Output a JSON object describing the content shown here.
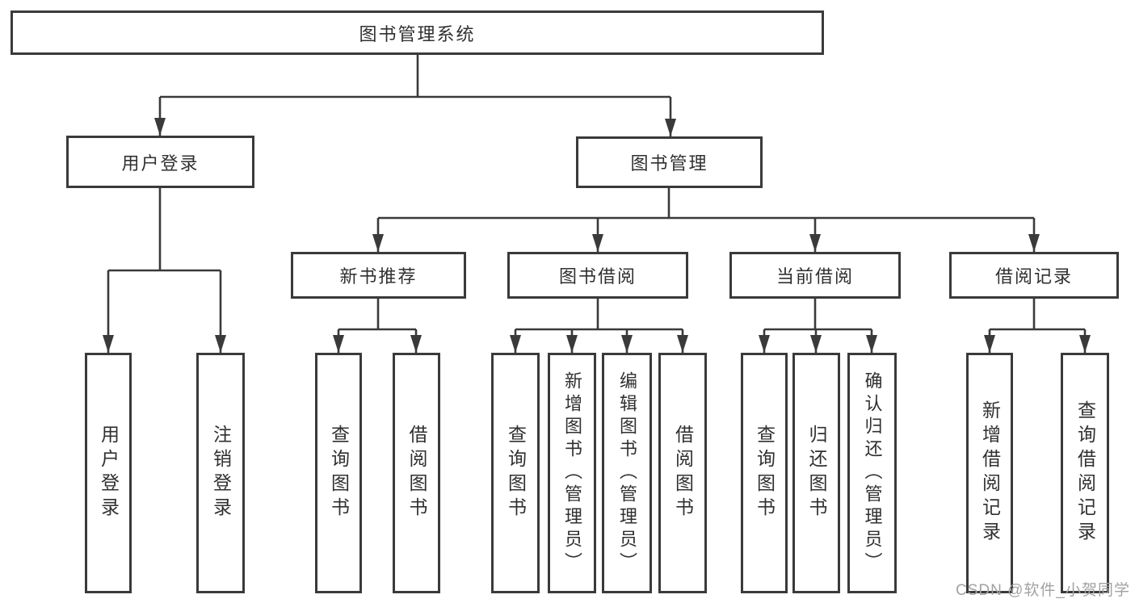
{
  "colors": {
    "line": "#3a3a3a",
    "box_border": "#3a3a3a",
    "text": "#303030",
    "watermark": "#a2a2a2",
    "background": "#ffffff"
  },
  "diagram": {
    "title": "图书管理系统",
    "level2": {
      "user_login": "用户登录",
      "book_mgmt": "图书管理"
    },
    "level3": {
      "new_books": "新书推荐",
      "book_borrow": "图书借阅",
      "current_borrow": "当前借阅",
      "borrow_records": "借阅记录"
    },
    "leaves": {
      "user_login_1": "用户登录",
      "user_login_2": "注销登录",
      "new_books_1": "查询图书",
      "new_books_2": "借阅图书",
      "book_borrow_1": "查询图书",
      "book_borrow_2": "新增图书（管理员）",
      "book_borrow_3": "编辑图书（管理员）",
      "book_borrow_4": "借阅图书",
      "current_borrow_1": "查询图书",
      "current_borrow_2": "归还图书",
      "current_borrow_3": "确认归还（管理员）",
      "borrow_records_1": "新增借阅记录",
      "borrow_records_2": "查询借阅记录"
    }
  },
  "watermark": {
    "text": "CSDN @软件_小贺同学"
  }
}
